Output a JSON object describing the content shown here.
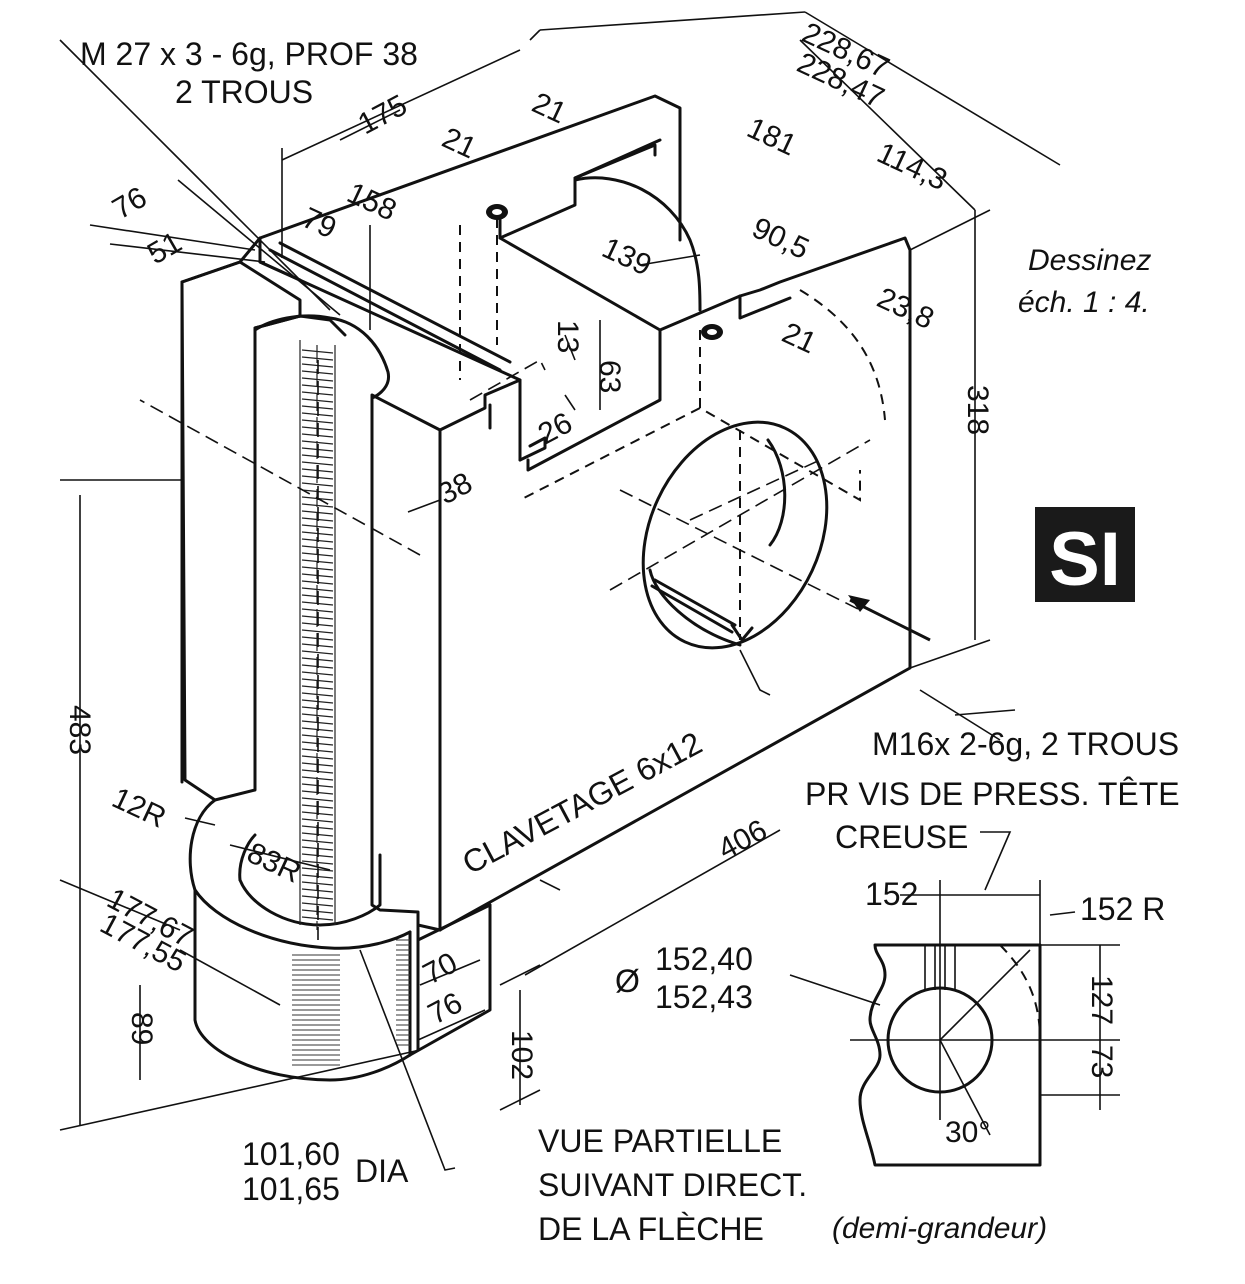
{
  "drawing": {
    "scale_note_line1": "Dessinez",
    "scale_note_line2": "éch. 1 : 4.",
    "si_badge": "SI",
    "labels": {
      "thread_top_line1": "M 27 x 3 - 6g, PROF 38",
      "thread_top_line2": "2 TROUS",
      "thread_side_line1": "M16x 2-6g, 2 TROUS",
      "thread_side_line2": "PR VIS DE PRESS. TÊTE",
      "thread_side_line3": "CREUSE",
      "keyway": "CLAVETAGE 6x12",
      "dia_line1": "101,60",
      "dia_line2": "101,65",
      "dia_suffix": "DIA",
      "view_line1": "VUE PARTIELLE",
      "view_line2": "SUIVANT DIRECT.",
      "view_line3": "DE LA FLÈCHE",
      "view_line3_italic": "(demi-grandeur)",
      "bore_dia_symbol": "Ø",
      "bore_dia_1": "152,40",
      "bore_dia_2": "152,43"
    },
    "dimensions": {
      "d228_67": "228,67",
      "d228_47": "228,47",
      "d175": "175",
      "d21a": "21",
      "d21b": "21",
      "d21c": "21",
      "d181": "181",
      "d114_3": "114,3",
      "d76_top": "76",
      "d51": "51",
      "d79": "79",
      "d158": "158",
      "d139": "139",
      "d90_5": "90,5",
      "d23_8": "23,8",
      "d13": "13",
      "d63": "63",
      "d26": "26",
      "d38": "38",
      "d318": "318",
      "d483": "483",
      "d12R": "12R",
      "d83R": "83R",
      "d177_67": "177,67",
      "d177_55": "177,55",
      "d70": "70",
      "d76_bottom": "76",
      "d89": "89",
      "d102": "102",
      "d406": "406",
      "v152": "152",
      "v152R": "152 R",
      "v127": "127",
      "v73": "73",
      "v30": "30°"
    }
  }
}
